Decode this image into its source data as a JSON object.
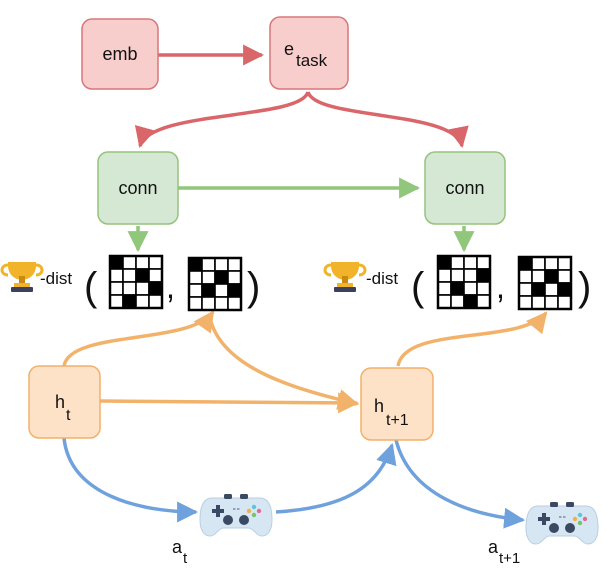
{
  "colors": {
    "emb_fill": "#f8cecc",
    "emb_stroke": "#d9777a",
    "emb_edge": "#d9676a",
    "conn_fill": "#d5e8d4",
    "conn_stroke": "#95c27c",
    "conn_edge": "#90c77a",
    "h_fill": "#fde2c8",
    "h_stroke": "#f2b06a",
    "h_edge": "#f2b26a",
    "action_edge": "#6fa2dc",
    "trophy": "#f1b32a",
    "trophy_dark": "#c98a12",
    "trophy_base": "#3a4060",
    "controller_body": "#d6e6f2",
    "controller_dark": "#3b4a63"
  },
  "nodes": {
    "emb": {
      "label": "emb"
    },
    "e_task": {
      "label": "e",
      "sub": "task"
    },
    "conn_left": {
      "label": "conn"
    },
    "conn_right": {
      "label": "conn"
    },
    "h_t": {
      "label": "h",
      "sub": "t"
    },
    "h_t1": {
      "label": "h",
      "sub": "t+1"
    }
  },
  "dist_groups": [
    {
      "label": "-dist",
      "open": "(",
      "comma": ",",
      "close": ")",
      "grid_a": [
        [
          1,
          0,
          0,
          0
        ],
        [
          0,
          0,
          1,
          0
        ],
        [
          0,
          0,
          0,
          1
        ],
        [
          0,
          1,
          0,
          0
        ]
      ],
      "grid_b": [
        [
          1,
          0,
          0,
          0
        ],
        [
          0,
          0,
          1,
          0
        ],
        [
          0,
          1,
          0,
          1
        ],
        [
          0,
          0,
          0,
          0
        ]
      ]
    },
    {
      "label": "-dist",
      "open": "(",
      "comma": ",",
      "close": ")",
      "grid_a": [
        [
          1,
          0,
          0,
          0
        ],
        [
          0,
          0,
          0,
          1
        ],
        [
          0,
          1,
          0,
          0
        ],
        [
          0,
          0,
          1,
          0
        ]
      ],
      "grid_b": [
        [
          1,
          0,
          0,
          0
        ],
        [
          0,
          0,
          1,
          0
        ],
        [
          0,
          1,
          0,
          1
        ],
        [
          0,
          0,
          0,
          0
        ]
      ]
    }
  ],
  "actions": [
    {
      "label": "a",
      "sub": "t",
      "icon": "gamepad-icon"
    },
    {
      "label": "a",
      "sub": "t+1",
      "icon": "gamepad-icon"
    }
  ],
  "icons": {
    "trophy": "trophy-icon",
    "controller": "gamepad-icon"
  }
}
